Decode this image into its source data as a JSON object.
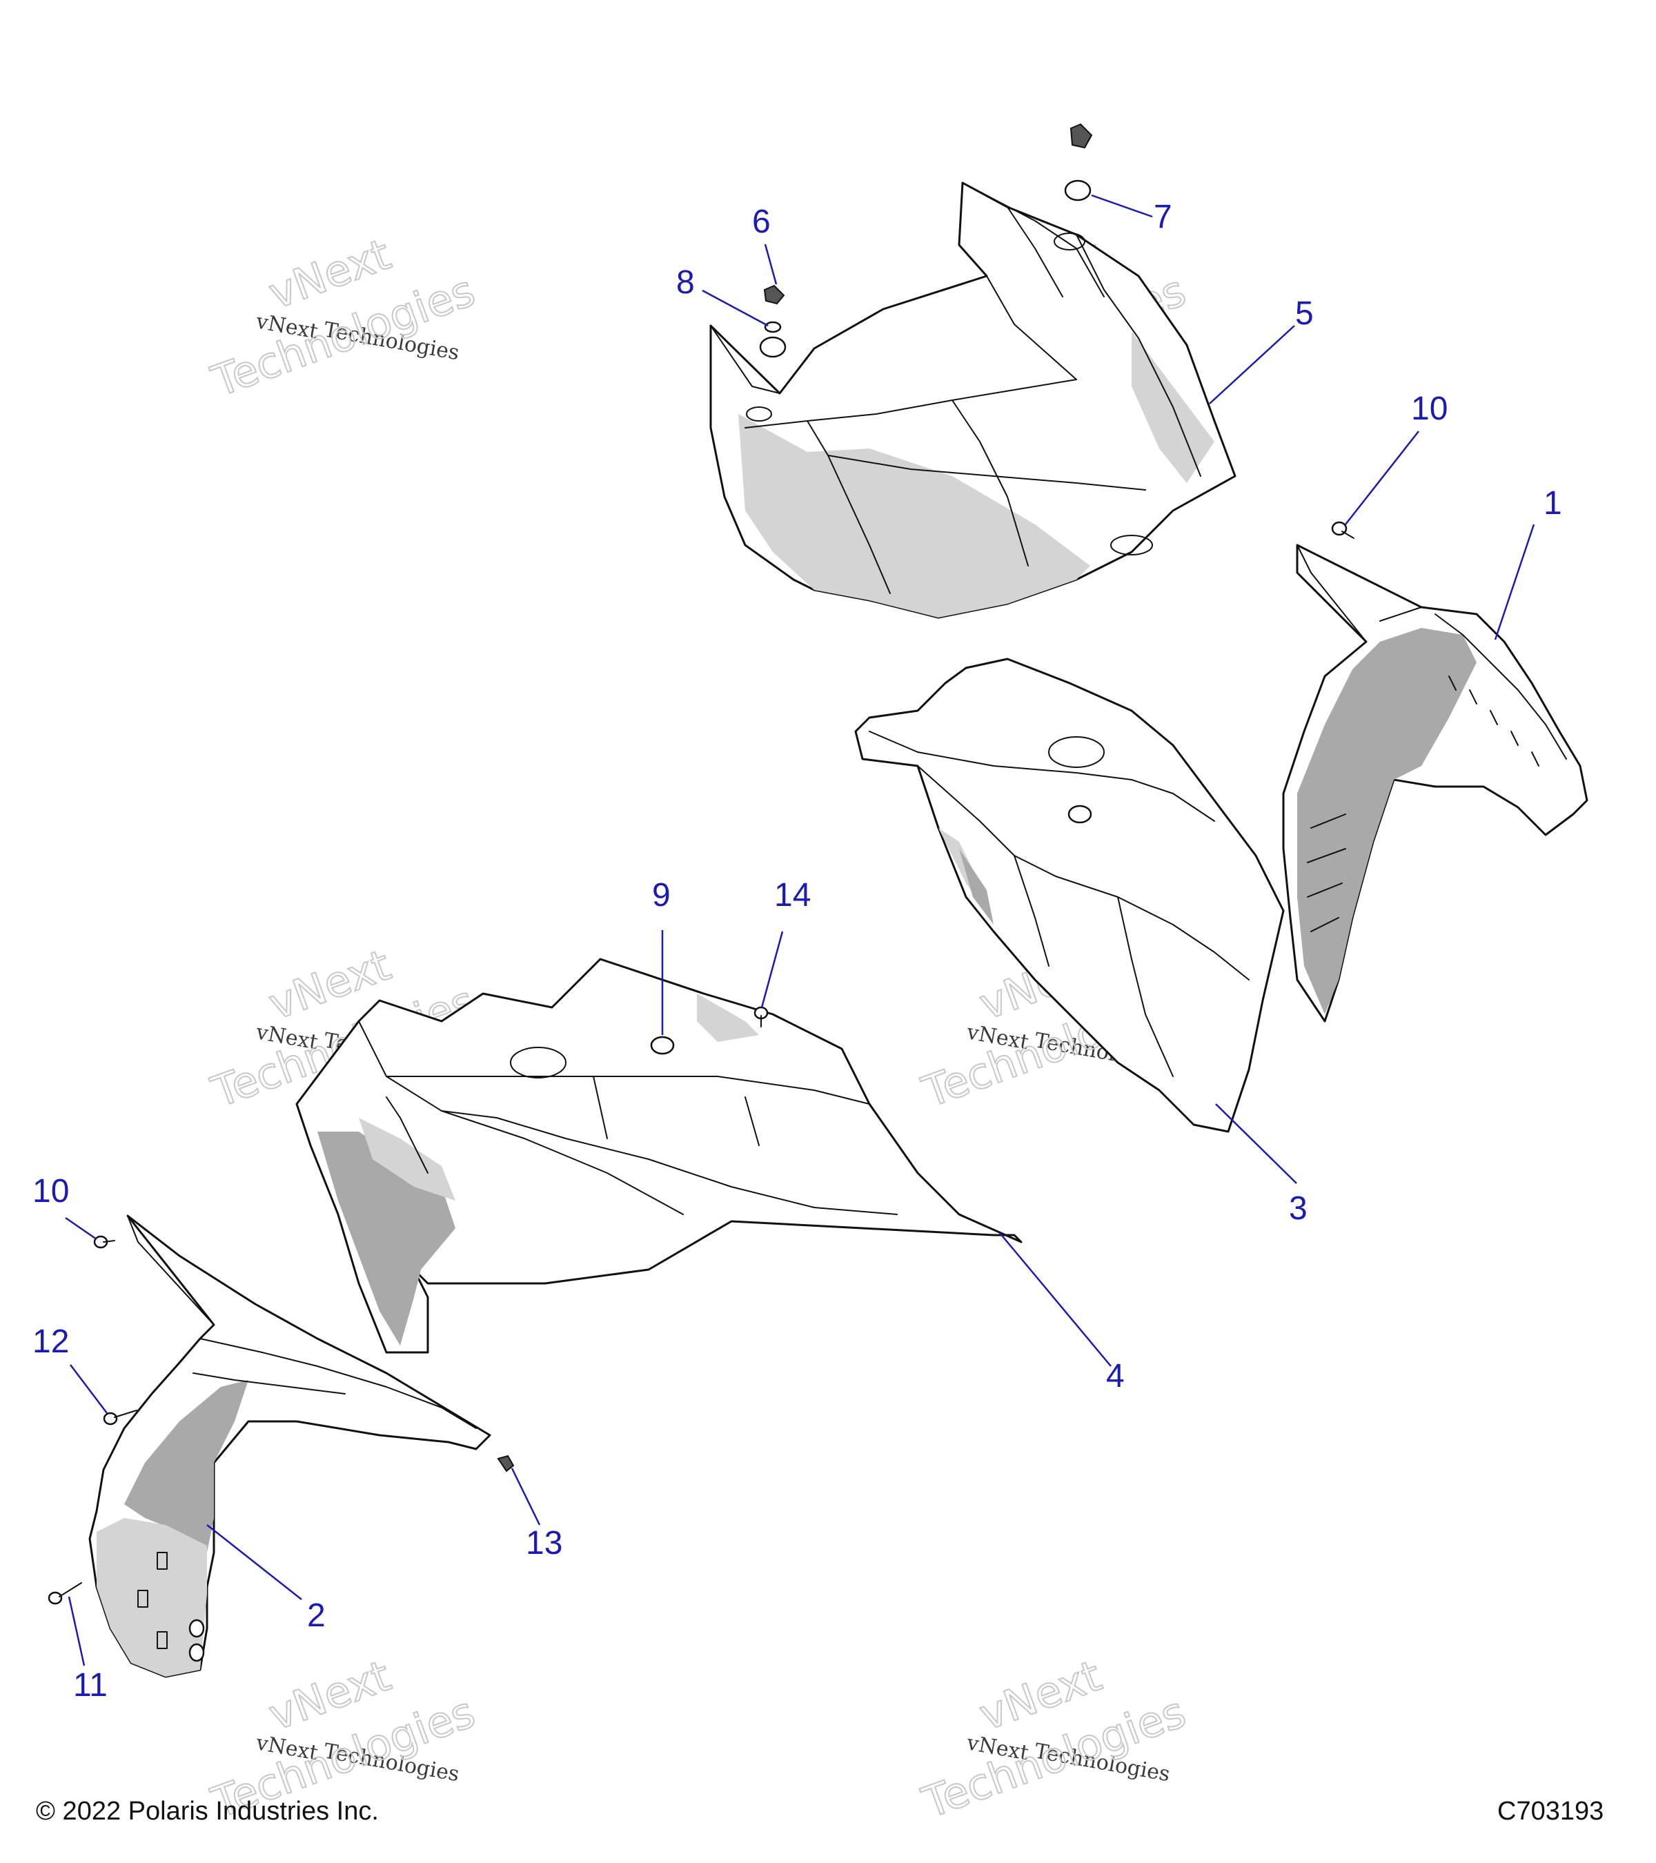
{
  "diagram": {
    "callouts": [
      "1",
      "2",
      "3",
      "4",
      "5",
      "6",
      "7",
      "8",
      "9",
      "10",
      "10",
      "11",
      "12",
      "13",
      "14"
    ],
    "watermark": {
      "line1": "vNext",
      "line2": "Technologies"
    },
    "copyright": "© 2022 Polaris Industries Inc.",
    "drawing_number": "C703193"
  }
}
